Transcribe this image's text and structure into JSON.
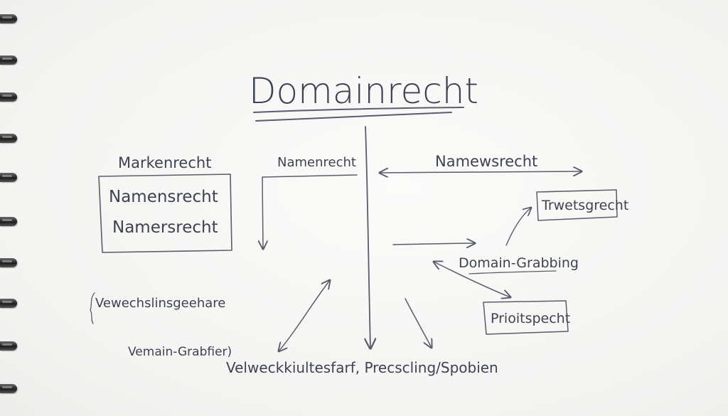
{
  "diagram": {
    "title": "Domainrecht",
    "labels": {
      "markenrecht": "Markenrecht",
      "namenrecht": "Namenrecht",
      "namewsrecht": "Namewsrecht",
      "box_line1": "Namensrecht",
      "box_line2": "Namersrecht",
      "trwetsgrecht": "Trwetsgrecht",
      "domain_grabbing": "Domain-Grabbing",
      "prioitspecht": "Prioitspecht",
      "vewechslinsgeehare": "Vewechslinsgeehare",
      "vemain_grabfier": "Vemain-Grabfier)",
      "bottom": "Velweckkiultesfarf, Precscling/Spobien"
    },
    "colors": {
      "ink": "#5a5d6a",
      "text": "#3f4250",
      "paper": "#f7f7f6",
      "rings": "#2a2a2a"
    }
  }
}
